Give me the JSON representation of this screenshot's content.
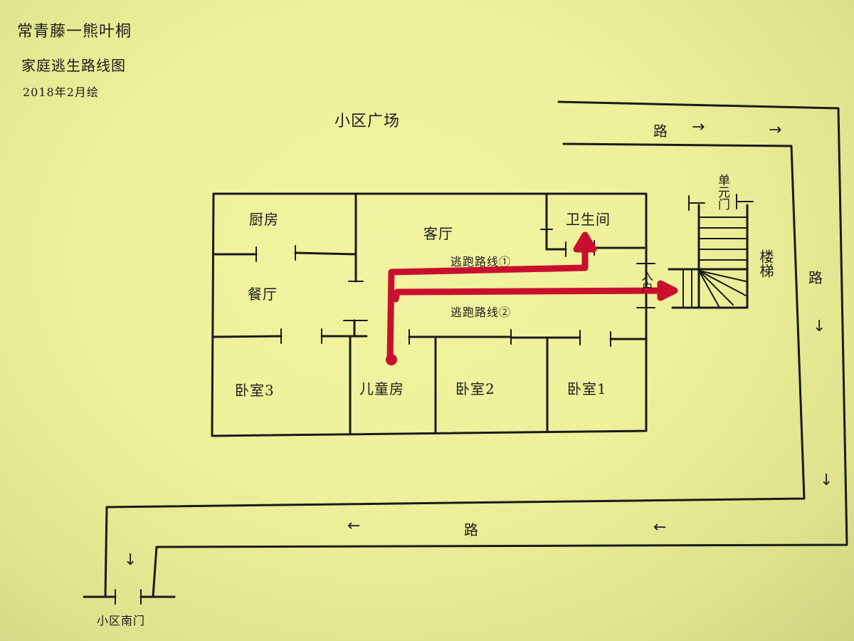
{
  "header": {
    "line1": "常青藤一熊叶桐",
    "line2": "家庭逃生路线图",
    "line3": "2018年2月绘"
  },
  "plaza_label": "小区广场",
  "rooms": {
    "kitchen": "厨房",
    "living": "客厅",
    "bathroom": "卫生间",
    "dining": "餐厅",
    "bedroom3": "卧室3",
    "kids": "儿童房",
    "bedroom2": "卧室2",
    "bedroom1": "卧室1"
  },
  "entrance": "入户",
  "unit_door": "单元门",
  "stairs": "楼梯",
  "road_label": "路",
  "south_gate": "小区南门",
  "routes": {
    "route1": "逃跑路线①",
    "route2": "逃跑路线②"
  },
  "route_color": "#c8102e",
  "arrows": {
    "right": "→",
    "left": "←",
    "down": "↓"
  }
}
